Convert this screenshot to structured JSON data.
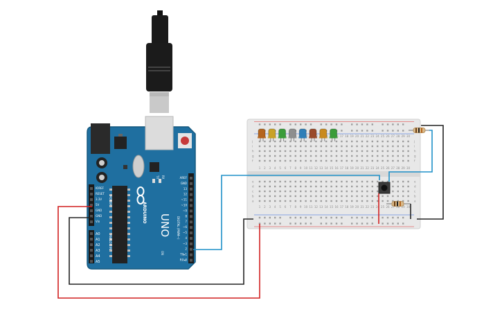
{
  "board": {
    "logo_text": "ARDUINO",
    "model_text": "UNO",
    "power_header_title": "POWER",
    "analog_header_title": "ANALOG IN",
    "digital_header_title": "DIGITAL (PWM~)",
    "power_pins": [
      "IOREF",
      "RESET",
      "3.3V",
      "5V",
      "GND",
      "GND",
      "Vin"
    ],
    "analog_pins": [
      "A0",
      "A1",
      "A2",
      "A3",
      "A4",
      "A5"
    ],
    "digital_pins": [
      "AREF",
      "GND",
      "13",
      "12",
      "~11",
      "~10",
      "~9",
      "8",
      "7",
      "~6",
      "~5",
      "4",
      "~3",
      "2",
      "TX▸1",
      "RX◂0"
    ],
    "led_labels": [
      "TX",
      "RX"
    ],
    "on_label": "ON"
  },
  "breadboard": {
    "row_letters_top": [
      "j",
      "i",
      "h",
      "g",
      "f"
    ],
    "row_letters_bottom": [
      "e",
      "d",
      "c",
      "b",
      "a"
    ],
    "column_count": 30,
    "led_colors": [
      "#b5651d",
      "#c9a227",
      "#3a9d3a",
      "#8e8e8e",
      "#2f7fb8",
      "#9a4a2a",
      "#c98a1e",
      "#3a9d3a"
    ]
  },
  "colors": {
    "board_blue": "#1f6fa0",
    "wire_red": "#d11f1f",
    "wire_black": "#222222",
    "wire_blue": "#1e90c8"
  }
}
